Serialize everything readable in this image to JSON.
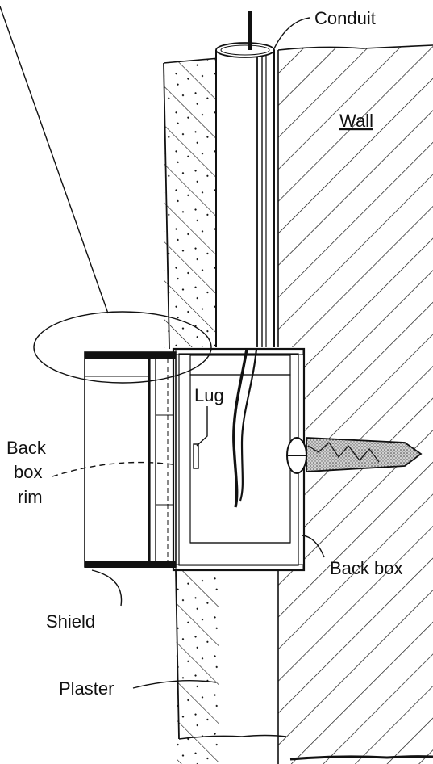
{
  "labels": {
    "conduit": "Conduit",
    "wall": "Wall",
    "lug": "Lug",
    "back_box_rim_line1": "Back",
    "back_box_rim_line2": "box",
    "back_box_rim_line3": "rim",
    "back_box": "Back box",
    "shield": "Shield",
    "plaster": "Plaster"
  },
  "colors": {
    "ink": "#111111",
    "background": "#ffffff",
    "screw_shading": "#b9b9b9"
  }
}
